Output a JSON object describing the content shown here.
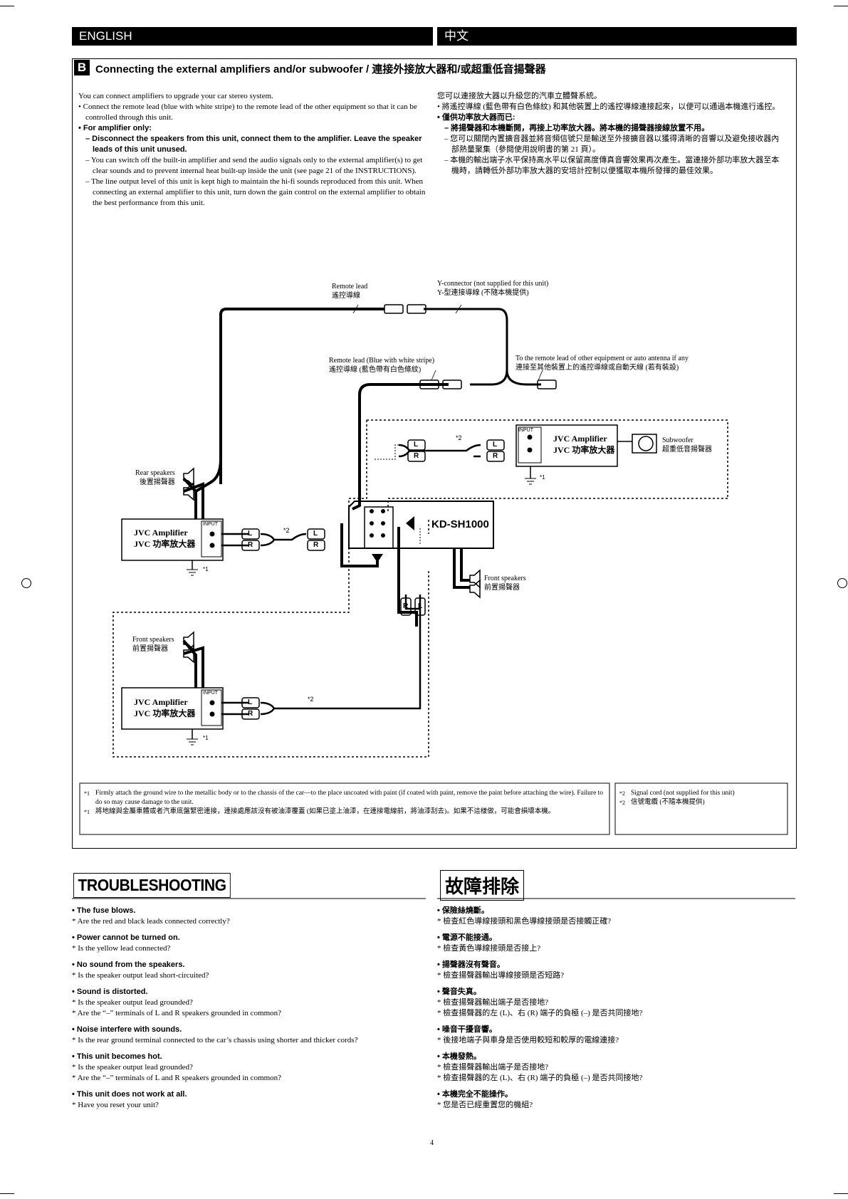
{
  "header": {
    "english": "ENGLISH",
    "chinese": "中文"
  },
  "section": {
    "letter": "B",
    "title": "Connecting the external amplifiers and/or subwoofer / 連接外接放大器和/或超重低音揚聲器"
  },
  "english_text": {
    "intro": "You can connect amplifiers to upgrade your car stereo system.",
    "bullet1": "•  Connect the remote lead (blue with white stripe) to the remote lead of the other equipment so that it can be controlled through this unit.",
    "bullet2": "•  For amplifier only:",
    "dash1": "– Disconnect the speakers from this unit, connect them to the amplifier. Leave the speaker leads of this unit unused.",
    "dash2": "– You can switch off the built-in amplifier and send the audio signals only to the external amplifier(s) to get clear sounds and to prevent internal heat built-up inside the unit (see page 21 of the INSTRUCTIONS).",
    "dash3": "– The line output level of this unit is kept high to maintain the hi-fi sounds reproduced from this unit. When connecting an external amplifier to this unit, turn down the gain control on the external amplifier to obtain the best performance from this unit."
  },
  "chinese_text": {
    "intro": "您可以連接放大器以升級您的汽車立體聲系統。",
    "bullet1": "•  將遙控導線 (藍色帶有白色條紋) 和其他裝置上的遙控導線連接起來，以便可以通過本機進行遙控。",
    "bullet2": "•  僅供功率放大器而已:",
    "dash1": "– 將揚聲器和本機斷開，再接上功率放大器。將本機的揚聲器接線放置不用。",
    "dash2": "– 您可以關閉內置擴音器並將音頻信號只是輸送至外接擴音器以獲得清晰的音響以及避免接收器內部熱量聚集（參閱使用說明書的第 21 頁）。",
    "dash3": "– 本機的輸出端子水平保持高水平以保留高度傳真音響效果再次產生。當連接外部功率放大器至本機時，請轉低外部功率放大器的安培計控制以便獲取本機所發揮的最佳效果。"
  },
  "diagram": {
    "remote_lead_en": "Remote lead",
    "remote_lead_zh": "遙控導線",
    "y_connector_en": "Y-connector (not supplied for this unit)",
    "y_connector_zh": "Y-型連接導線 (不隨本機提供)",
    "remote_lead_blue_en": "Remote lead (Blue with white stripe)",
    "remote_lead_blue_zh": "遙控導線 (藍色帶有白色條紋)",
    "to_remote_en": "To the remote lead of other equipment or auto antenna if any",
    "to_remote_zh": "連接至其他裝置上的遙控導線或自動天線 (若有裝設)",
    "amp_en": "JVC Amplifier",
    "amp_zh": "JVC 功率放大器",
    "subwoofer_en": "Subwoofer",
    "subwoofer_zh": "超重低音揚聲器",
    "rear_en": "Rear speakers",
    "rear_zh": "後置揚聲器",
    "front_en": "Front speakers",
    "front_zh": "前置揚聲器",
    "unit_model": "KD-SH1000",
    "input": "INPUT",
    "L": "L",
    "R": "R",
    "star1": "*1",
    "star2": "*2"
  },
  "footnotes": {
    "n1_mark": "*1",
    "n1_en": "Firmly attach the ground wire to the metallic body or to the chassis of the car—to the place uncoated with paint (if coated with paint, remove the paint before attaching the wire). Failure to do so may cause damage to the unit.",
    "n1_zh": "將地線與金屬車體或者汽車底盤緊密連接，連接處應該沒有被油漆覆蓋 (如果已塗上油漆，在連接電線前，將油漆刮去)。如果不這樣做，可能會損壞本機。",
    "n2_mark": "*2",
    "n2_en": "Signal cord (not supplied for this unit)",
    "n2_zh": "信號電纜 (不隨本機提供)"
  },
  "troubleshooting": {
    "title_en": "TROUBLESHOOTING",
    "title_zh": "故障排除",
    "en": [
      {
        "q": "•  The fuse blows.",
        "a": [
          "*  Are the red and black leads connected correctly?"
        ]
      },
      {
        "q": "•  Power cannot be turned on.",
        "a": [
          "*  Is the yellow lead connected?"
        ]
      },
      {
        "q": "•  No sound from the speakers.",
        "a": [
          "*  Is the speaker output lead short-circuited?"
        ]
      },
      {
        "q": "•  Sound is distorted.",
        "a": [
          "*  Is the speaker output lead grounded?",
          "*  Are the “–” terminals of L and R speakers grounded in common?"
        ]
      },
      {
        "q": "•  Noise interfere with sounds.",
        "a": [
          "*  Is the rear ground terminal connected to the car’s chassis using shorter and thicker cords?"
        ]
      },
      {
        "q": "•  This unit becomes hot.",
        "a": [
          "*  Is the speaker output lead grounded?",
          "*  Are the “–” terminals of L and R speakers grounded in common?"
        ]
      },
      {
        "q": "•  This unit does not work at all.",
        "a": [
          "*  Have you reset your unit?"
        ]
      }
    ],
    "zh": [
      {
        "q": "•  保險絲燒斷。",
        "a": [
          "*  檢查紅色導線接頭和黑色導線接頭是否接觸正確?"
        ]
      },
      {
        "q": "•  電源不能接通。",
        "a": [
          "*  檢查黃色導線接頭是否接上?"
        ]
      },
      {
        "q": "•  揚聲器沒有聲音。",
        "a": [
          "*  檢查揚聲器輸出導線接頭是否短路?"
        ]
      },
      {
        "q": "•  聲音失真。",
        "a": [
          "*  檢查揚聲器輸出端子是否接地?",
          "*  檢查揚聲器的左 (L)、右 (R) 端子的負極 (–) 是否共同接地?"
        ]
      },
      {
        "q": "•  噪音干擾音響。",
        "a": [
          "*  後接地端子與車身是否使用較短和較厚的電線連接?"
        ]
      },
      {
        "q": "•  本機發熱。",
        "a": [
          "*  檢查揚聲器輸出端子是否接地?",
          "*  檢查揚聲器的左 (L)、右 (R) 端子的負極 (–) 是否共同接地?"
        ]
      },
      {
        "q": "•  本機完全不能操作。",
        "a": [
          "*  您是否已經重置您的機組?"
        ]
      }
    ]
  },
  "page_number": "4"
}
